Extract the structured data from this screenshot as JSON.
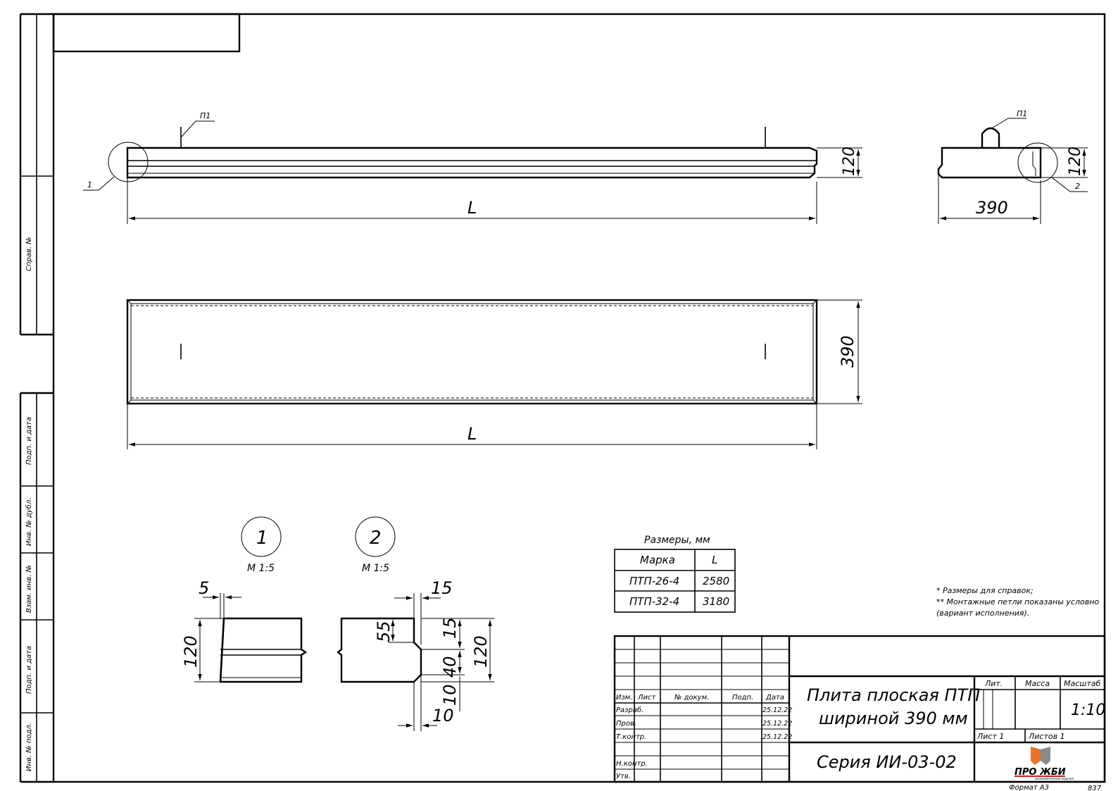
{
  "side_labels": {
    "sprav_no": "Справ. №",
    "podp_data_1": "Подп. и дата",
    "inv_dubl": "Инв. № дубл.",
    "vzam_inv": "Взам. инв. №",
    "podp_data_2": "Подп. и дата",
    "inv_podl": "Инв. № подл."
  },
  "views": {
    "loop_label_front": "П1",
    "loop_label_side": "П1",
    "callout_1": "1",
    "callout_2": "2",
    "dim_height_front": "120",
    "dim_height_side": "120",
    "dim_width_side": "390",
    "dim_length_front": "L",
    "dim_width_plan": "390",
    "dim_length_plan": "L"
  },
  "details": {
    "detail1_num": "1",
    "detail1_scale": "М 1:5",
    "detail2_num": "2",
    "detail2_scale": "М 1:5",
    "d1_dim_top": "5",
    "d1_dim_height": "120",
    "d2_dim_top": "15",
    "d2_dim_55": "55",
    "d2_dim_15": "15",
    "d2_dim_40": "40",
    "d2_dim_10v": "10",
    "d2_dim_120": "120",
    "d2_dim_10h": "10"
  },
  "size_table": {
    "caption": "Размеры, мм",
    "headers": [
      "Марка",
      "L"
    ],
    "rows": [
      [
        "ПТП-26-4",
        "2580"
      ],
      [
        "ПТП-32-4",
        "3180"
      ]
    ]
  },
  "notes": {
    "line1": "* Размеры для справок;",
    "line2": "** Монтажные петли показаны условно",
    "line3": "(вариант исполнения)."
  },
  "title_block": {
    "col_izm": "Изм.",
    "col_list": "Лист",
    "col_doc": "№ докум.",
    "col_podp": "Подп.",
    "col_data": "Дата",
    "row_razrab": "Разраб.",
    "row_prov": "Пров.",
    "row_tkontr": "Т.контр.",
    "row_nkontr": "Н.контр.",
    "row_utv": "Утв.",
    "date_1": "25.12.22",
    "date_2": "25.12.22",
    "date_3": "25.12.22",
    "title_line1": "Плита плоская ПТП",
    "title_line2": "шириной 390 мм",
    "series": "Серия ИИ-03-02",
    "lit": "Лит.",
    "massa": "Масса",
    "masshtab": "Масштаб",
    "scale_value": "1:10",
    "sheet": "Лист 1",
    "sheets": "Листов 1",
    "logo_text": "ПРО ЖБИ",
    "logo_sub": "железобетонные изделия",
    "format": "Формат А3",
    "code": "837"
  },
  "colors": {
    "logo_orange": "#e8732a",
    "logo_grey": "#8a8a8a",
    "logo_red": "#cc2222"
  }
}
